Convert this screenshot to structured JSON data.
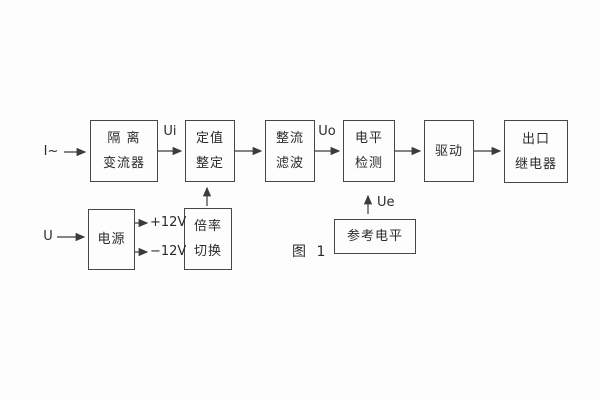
{
  "figure": {
    "caption": "图 1",
    "line_color": "#3c3c3c",
    "background": "#fdfdfd"
  },
  "nodes": {
    "isolation": {
      "l1": "隔 离",
      "l2": "变流器"
    },
    "setting": {
      "l1": "定值",
      "l2": "整定"
    },
    "rectify": {
      "l1": "整流",
      "l2": "滤波"
    },
    "level": {
      "l1": "电平",
      "l2": "检测"
    },
    "drive": {
      "l1": "驱动"
    },
    "relay": {
      "l1": "出口",
      "l2": "继电器"
    },
    "power": {
      "l1": "电源"
    },
    "ratio": {
      "l1": "倍率",
      "l2": "切换"
    },
    "reference": {
      "l1": "参考电平"
    }
  },
  "signals": {
    "input_current": "I~",
    "input_voltage": "U",
    "ui": "Ui",
    "uo": "Uo",
    "ue": "Ue",
    "plus12": "+12V",
    "minus12": "−12V"
  }
}
